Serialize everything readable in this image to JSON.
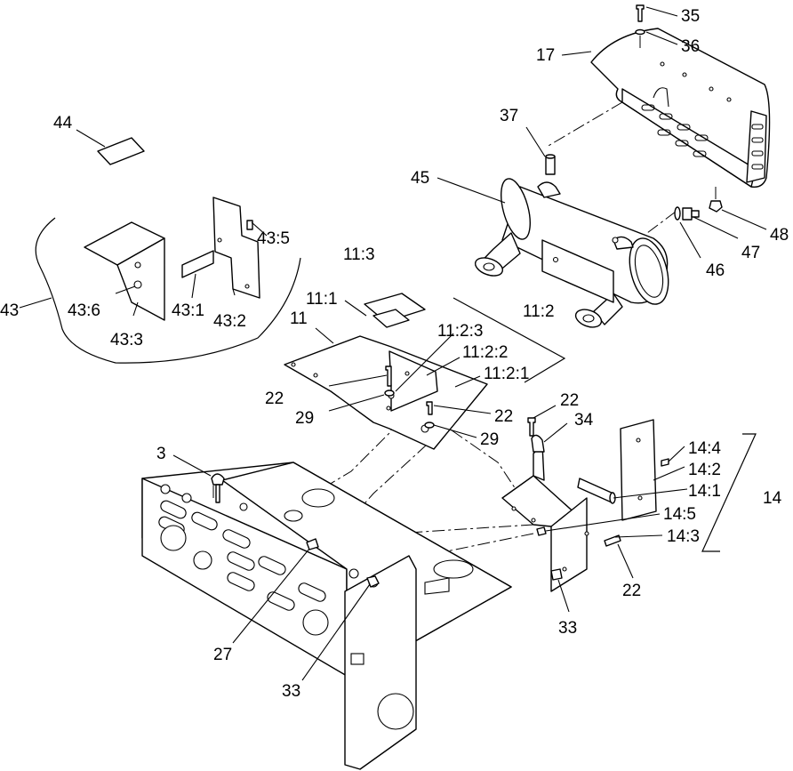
{
  "diagram": {
    "callouts": {
      "c35": "35",
      "c36": "36",
      "c17": "17",
      "c37": "37",
      "c45": "45",
      "c48": "48",
      "c47": "47",
      "c46": "46",
      "c44": "44",
      "c43": "43",
      "c43_5": "43:5",
      "c43_6": "43:6",
      "c43_1": "43:1",
      "c43_2": "43:2",
      "c43_3": "43:3",
      "c11_3": "11:3",
      "c11_1": "11:1",
      "c11": "11",
      "c11_2": "11:2",
      "c11_2_3": "11:2:3",
      "c11_2_2": "11:2:2",
      "c11_2_1": "11:2:1",
      "c22a": "22",
      "c29a": "29",
      "c22b": "22",
      "c29b": "29",
      "c22c": "22",
      "c34": "34",
      "c3": "3",
      "c14_4": "14:4",
      "c14_2": "14:2",
      "c14_1": "14:1",
      "c14": "14",
      "c14_5": "14:5",
      "c14_3": "14:3",
      "c22d": "22",
      "c33a": "33",
      "c27": "27",
      "c33b": "33"
    }
  }
}
